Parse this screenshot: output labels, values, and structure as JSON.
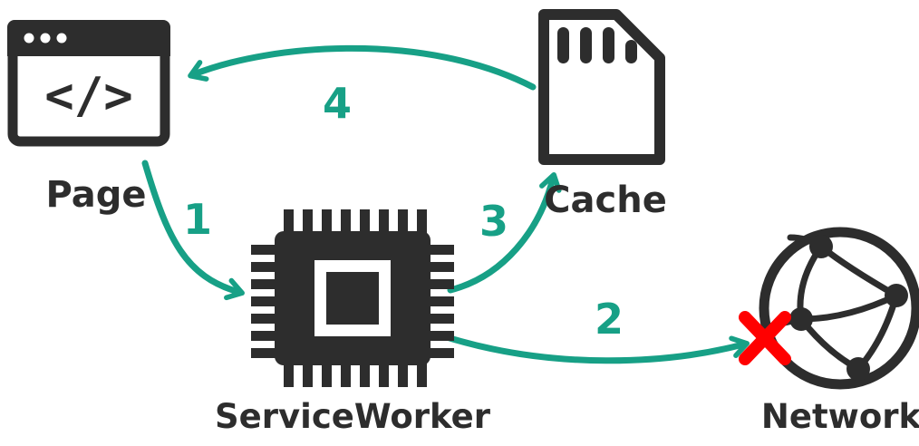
{
  "diagram": {
    "type": "flow-diagram",
    "background": "#ffffff",
    "colors": {
      "icon": "#2d2d2d",
      "arrow": "#17a086",
      "error": "#ff0000"
    },
    "nodes": [
      {
        "id": "page",
        "label": "Page",
        "icon": "browser-window-icon",
        "icon_text": "</>"
      },
      {
        "id": "serviceworker",
        "label": "ServiceWorker",
        "icon": "chip-icon"
      },
      {
        "id": "cache",
        "label": "Cache",
        "icon": "sd-card-icon"
      },
      {
        "id": "network",
        "label": "Network",
        "icon": "globe-network-icon",
        "status": "unreachable"
      }
    ],
    "edges": [
      {
        "step": "1",
        "from": "page",
        "to": "serviceworker"
      },
      {
        "step": "2",
        "from": "serviceworker",
        "to": "network",
        "result": "failed"
      },
      {
        "step": "3",
        "from": "serviceworker",
        "to": "cache"
      },
      {
        "step": "4",
        "from": "cache",
        "to": "page"
      }
    ]
  }
}
